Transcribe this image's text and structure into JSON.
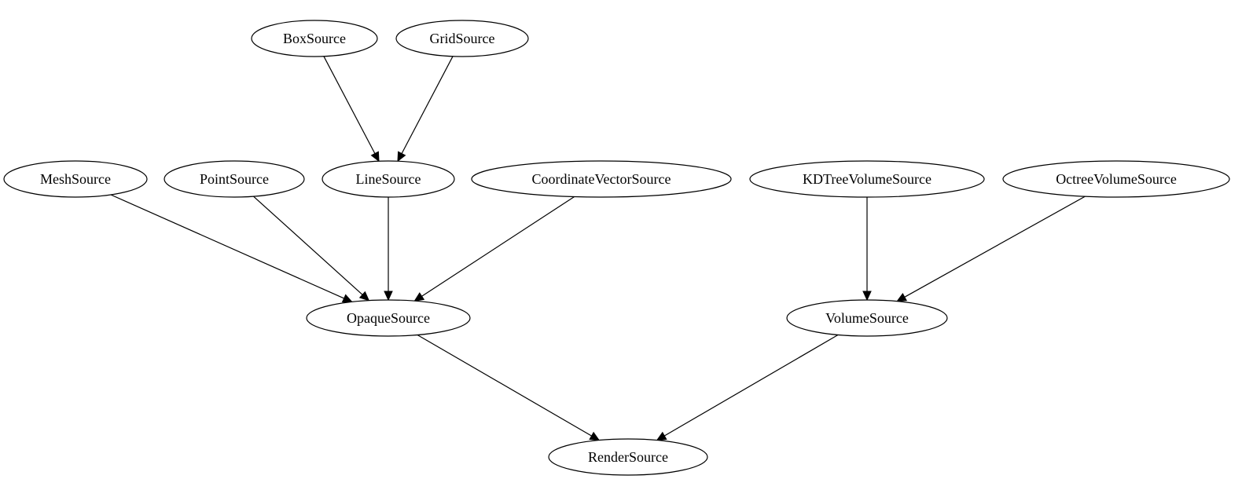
{
  "nodes": [
    {
      "id": "BoxSource",
      "label": "BoxSource"
    },
    {
      "id": "GridSource",
      "label": "GridSource"
    },
    {
      "id": "MeshSource",
      "label": "MeshSource"
    },
    {
      "id": "PointSource",
      "label": "PointSource"
    },
    {
      "id": "LineSource",
      "label": "LineSource"
    },
    {
      "id": "CoordinateVectorSource",
      "label": "CoordinateVectorSource"
    },
    {
      "id": "KDTreeVolumeSource",
      "label": "KDTreeVolumeSource"
    },
    {
      "id": "OctreeVolumeSource",
      "label": "OctreeVolumeSource"
    },
    {
      "id": "OpaqueSource",
      "label": "OpaqueSource"
    },
    {
      "id": "VolumeSource",
      "label": "VolumeSource"
    },
    {
      "id": "RenderSource",
      "label": "RenderSource"
    }
  ],
  "edges": [
    {
      "from": "BoxSource",
      "to": "LineSource"
    },
    {
      "from": "GridSource",
      "to": "LineSource"
    },
    {
      "from": "MeshSource",
      "to": "OpaqueSource"
    },
    {
      "from": "PointSource",
      "to": "OpaqueSource"
    },
    {
      "from": "LineSource",
      "to": "OpaqueSource"
    },
    {
      "from": "CoordinateVectorSource",
      "to": "OpaqueSource"
    },
    {
      "from": "KDTreeVolumeSource",
      "to": "VolumeSource"
    },
    {
      "from": "OctreeVolumeSource",
      "to": "VolumeSource"
    },
    {
      "from": "OpaqueSource",
      "to": "RenderSource"
    },
    {
      "from": "VolumeSource",
      "to": "RenderSource"
    }
  ]
}
